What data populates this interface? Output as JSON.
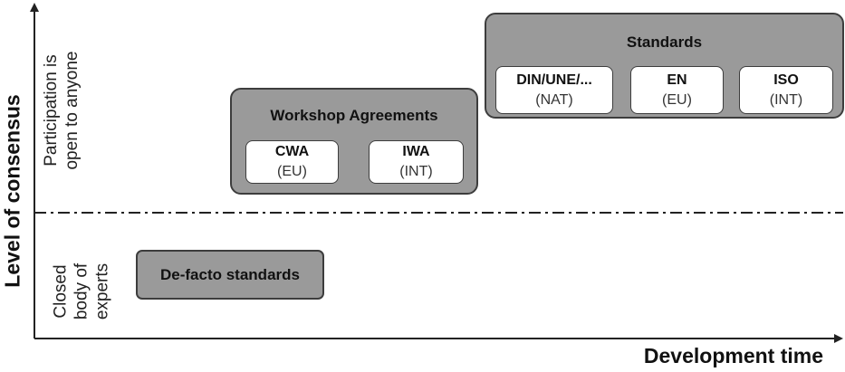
{
  "axes": {
    "y_label": "Level of consensus",
    "x_label": "Development time"
  },
  "consensus_levels": {
    "upper": [
      "Participation is",
      "open to anyone"
    ],
    "lower": [
      "Closed",
      "body of",
      "experts"
    ]
  },
  "groups": {
    "standards": {
      "title": "Standards",
      "items": [
        {
          "name": "DIN/UNE/...",
          "scope": "(NAT)"
        },
        {
          "name": "EN",
          "scope": "(EU)"
        },
        {
          "name": "ISO",
          "scope": "(INT)"
        }
      ]
    },
    "workshop": {
      "title": "Workshop Agreements",
      "items": [
        {
          "name": "CWA",
          "scope": "(EU)"
        },
        {
          "name": "IWA",
          "scope": "(INT)"
        }
      ]
    },
    "defacto": {
      "title": "De-facto standards"
    }
  },
  "colors": {
    "group_fill": "#9a9a9a",
    "border": "#3d3d3d",
    "axis": "#222222"
  }
}
